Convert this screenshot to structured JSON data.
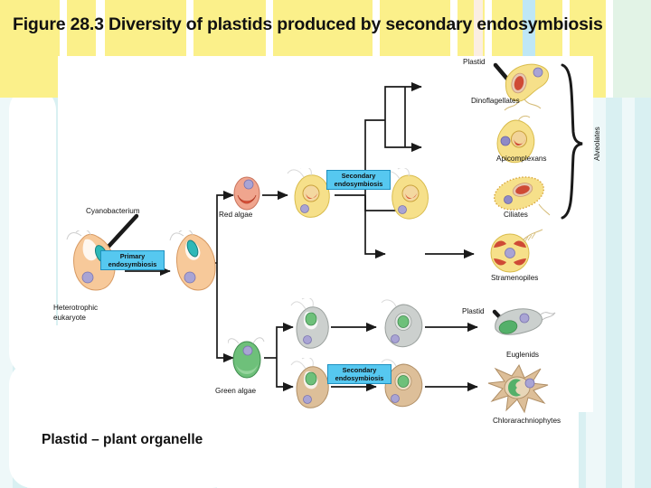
{
  "slide": {
    "title": "Figure 28.3 Diversity of plastids produced by secondary endosymbiosis",
    "footer": "Plastid – plant organelle"
  },
  "colors": {
    "yellow_stripe": "#fbf08a",
    "blue_background": "#d9f0f2",
    "panel_white": "#ffffff",
    "tag_blue": "#56c8f0",
    "line_black": "#1a1a1a",
    "heterotroph_cell": "#f7c99a",
    "red_algae_cell": "#f0a58e",
    "green_algae_cell": "#6ec07a",
    "alveolate_cell": "#f6e08a",
    "euglenid_cell": "#c9ccc9",
    "chlorarachniophyte_cell": "#d9b894"
  },
  "labels": {
    "cyanobacterium": "Cyanobacterium",
    "heterotrophic_eukaryote": "Heterotrophic\neukaryote",
    "heterotrophic_eukaryote_l1": "Heterotrophic",
    "heterotrophic_eukaryote_l2": "eukaryote",
    "primary_endosymbiosis_l1": "Primary",
    "primary_endosymbiosis_l2": "endosymbiosis",
    "secondary_endosymbiosis_l1": "Secondary",
    "secondary_endosymbiosis_l2": "endosymbiosis",
    "red_algae": "Red algae",
    "green_algae": "Green algae",
    "plastid_top": "Plastid",
    "plastid_euglenid": "Plastid",
    "dinoflagellates": "Dinoflagellates",
    "apicomplexans": "Apicomplexans",
    "ciliates": "Ciliates",
    "alveolates": "Alveolates",
    "stramenopiles": "Stramenopiles",
    "euglenids": "Euglenids",
    "chlorarachniophytes": "Chlorarachniophytes"
  },
  "diagram": {
    "type": "phylogenetic-endosymbiosis-diagram",
    "lineages": [
      {
        "name": "Dinoflagellates",
        "group": "Alveolates",
        "plastid_origin": "red algae",
        "cell_color": "#f6e08a"
      },
      {
        "name": "Apicomplexans",
        "group": "Alveolates",
        "plastid_origin": "red algae",
        "cell_color": "#f6e08a"
      },
      {
        "name": "Ciliates",
        "group": "Alveolates",
        "plastid_origin": "red algae",
        "cell_color": "#f6e08a"
      },
      {
        "name": "Stramenopiles",
        "group": "",
        "plastid_origin": "red algae",
        "cell_color": "#f6e08a"
      },
      {
        "name": "Euglenids",
        "group": "",
        "plastid_origin": "green algae",
        "cell_color": "#c9ccc9"
      },
      {
        "name": "Chlorarachniophytes",
        "group": "",
        "plastid_origin": "green algae",
        "cell_color": "#d9b894"
      }
    ],
    "events": [
      "Primary endosymbiosis",
      "Secondary endosymbiosis"
    ]
  }
}
